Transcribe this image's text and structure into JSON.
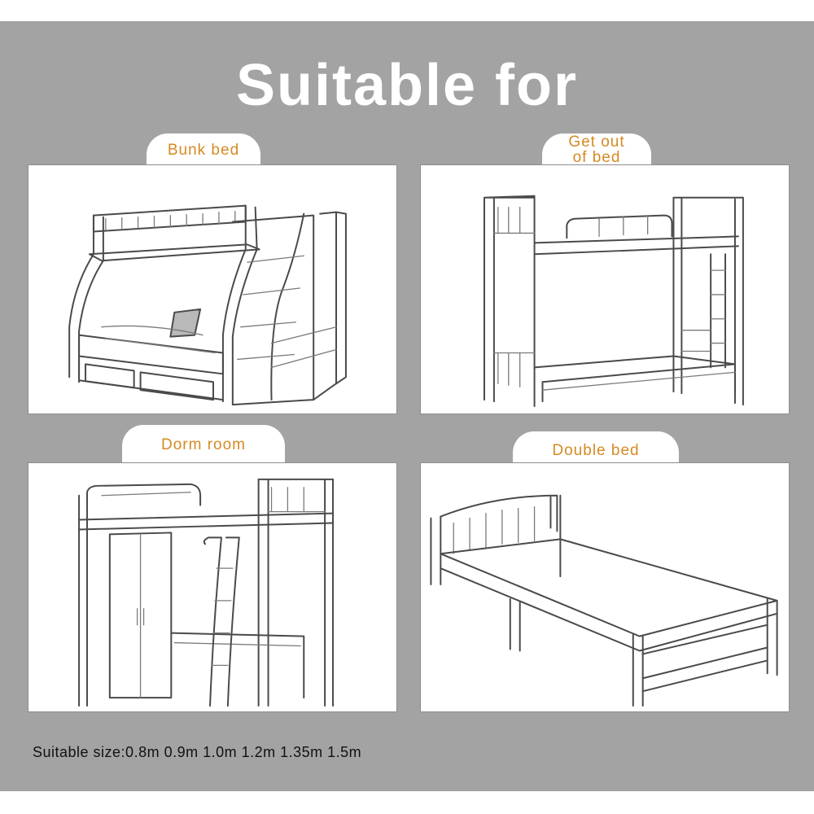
{
  "title": "Suitable for",
  "cards": [
    {
      "label_lines": [
        "Bunk bed"
      ],
      "illustration_icon": "bunk-bed-icon"
    },
    {
      "label_lines": [
        "Get out",
        "of bed"
      ],
      "illustration_icon": "metal-bunk-bed-icon"
    },
    {
      "label_lines": [
        "Dorm room"
      ],
      "illustration_icon": "loft-bed-wardrobe-icon"
    },
    {
      "label_lines": [
        "Double bed"
      ],
      "illustration_icon": "single-wooden-bed-icon"
    }
  ],
  "footer": "Suitable size:0.8m 0.9m 1.0m 1.2m 1.35m 1.5m",
  "colors": {
    "background": "#a3a3a3",
    "title": "#ffffff",
    "label": "#d58a22",
    "panel": "#ffffff"
  }
}
